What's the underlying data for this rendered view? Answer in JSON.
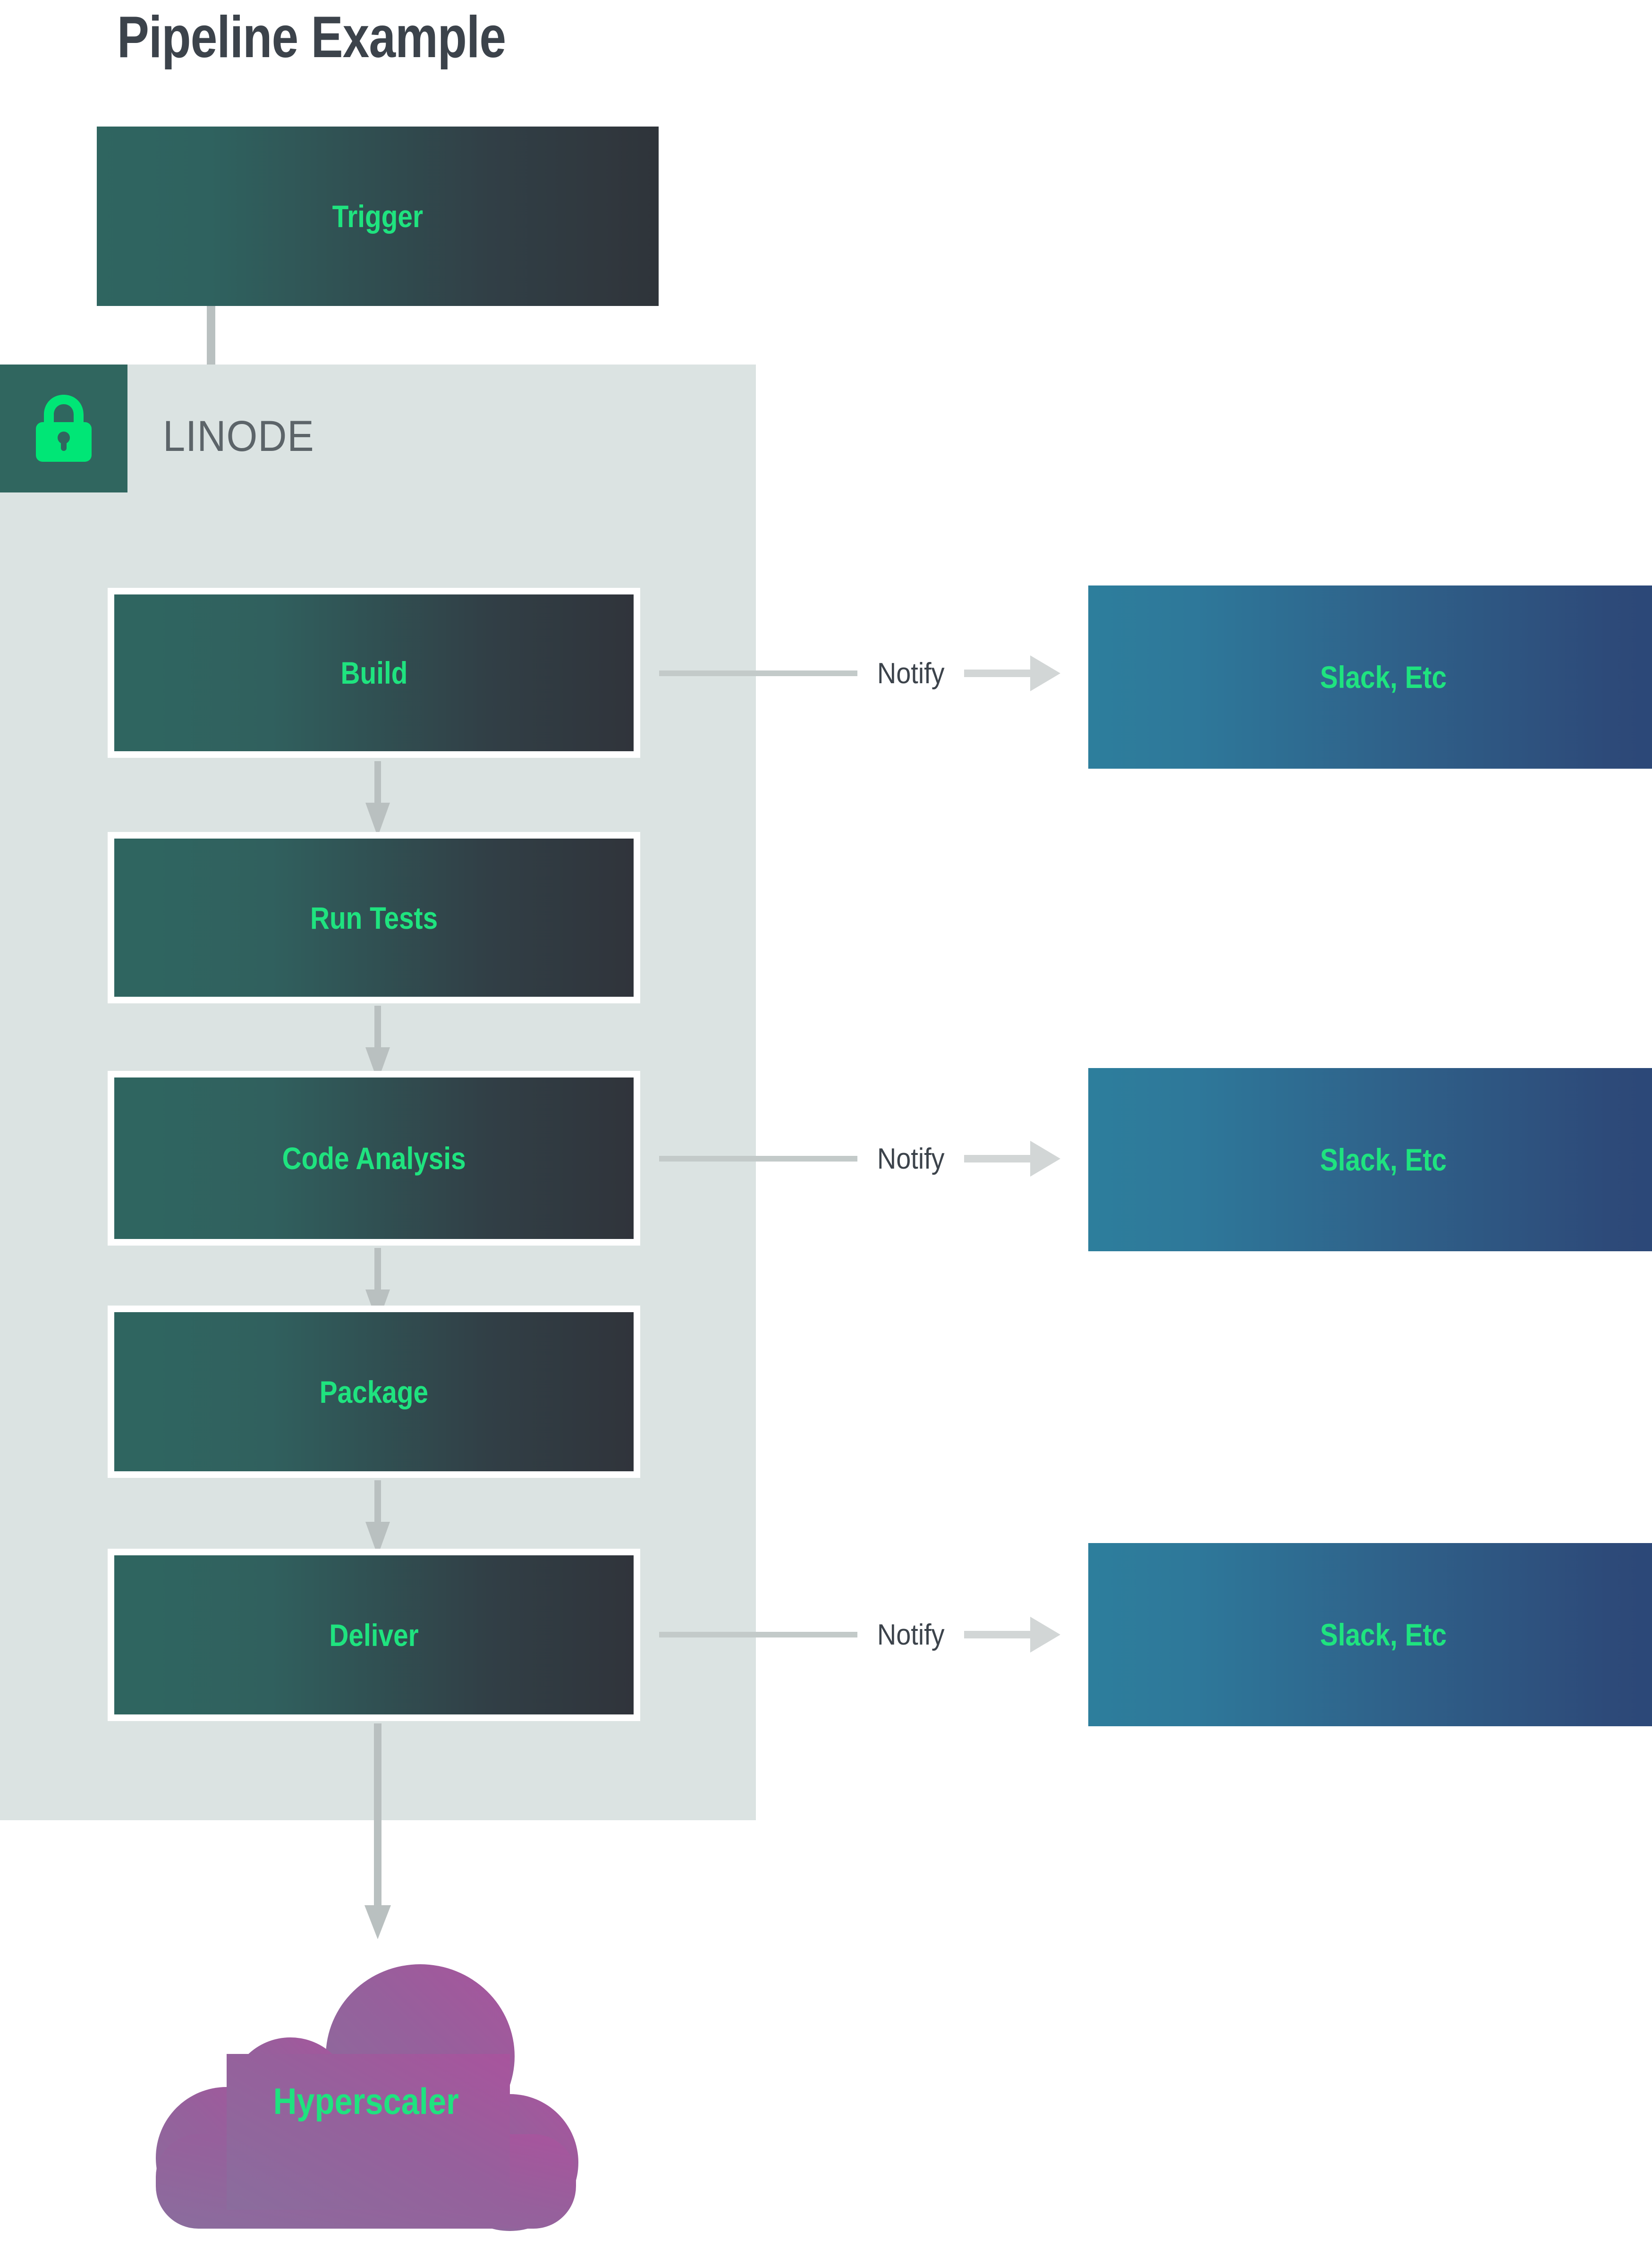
{
  "title": "Pipeline Example",
  "colors": {
    "accent_green": "#1fe37f",
    "lock_green": "#00e676",
    "panel_bg": "#dbe3e2",
    "badge_teal": "#30665f",
    "title_dark": "#3c434b",
    "label_grey": "#5c6469",
    "connector_grey": "#b9c0c0",
    "stage_gradient_from": "#2f6560",
    "stage_gradient_to": "#30343b",
    "sink_gradient_from": "#2d7e9c",
    "sink_gradient_to": "#2c4677",
    "cloud_gradient_from": "#8b6c9c",
    "cloud_gradient_to": "#a5569e"
  },
  "trigger": {
    "label": "Trigger"
  },
  "container": {
    "label": "LINODE",
    "icon": "lock-icon"
  },
  "stages": [
    {
      "label": "Build",
      "notify": true
    },
    {
      "label": "Run Tests",
      "notify": false
    },
    {
      "label": "Code Analysis",
      "notify": true
    },
    {
      "label": "Package",
      "notify": false
    },
    {
      "label": "Deliver",
      "notify": true
    }
  ],
  "notify": {
    "label": "Notify"
  },
  "sinks": [
    {
      "label": "Slack, Etc"
    },
    {
      "label": "Slack, Etc"
    },
    {
      "label": "Slack, Etc"
    }
  ],
  "cloud": {
    "label": "Hyperscaler"
  }
}
